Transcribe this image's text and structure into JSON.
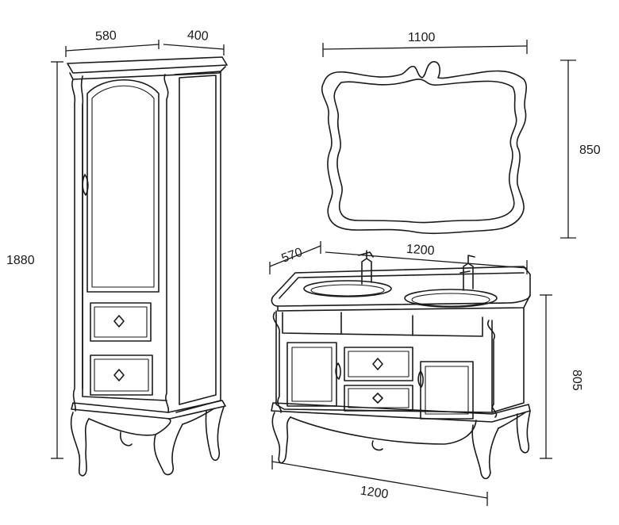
{
  "dimensions": {
    "cabinet_width": "580",
    "cabinet_depth": "400",
    "cabinet_height": "1880",
    "mirror_width": "1100",
    "mirror_height": "850",
    "vanity_depth": "570",
    "vanity_top_width": "1200",
    "vanity_height": "805",
    "vanity_base_width": "1200"
  }
}
